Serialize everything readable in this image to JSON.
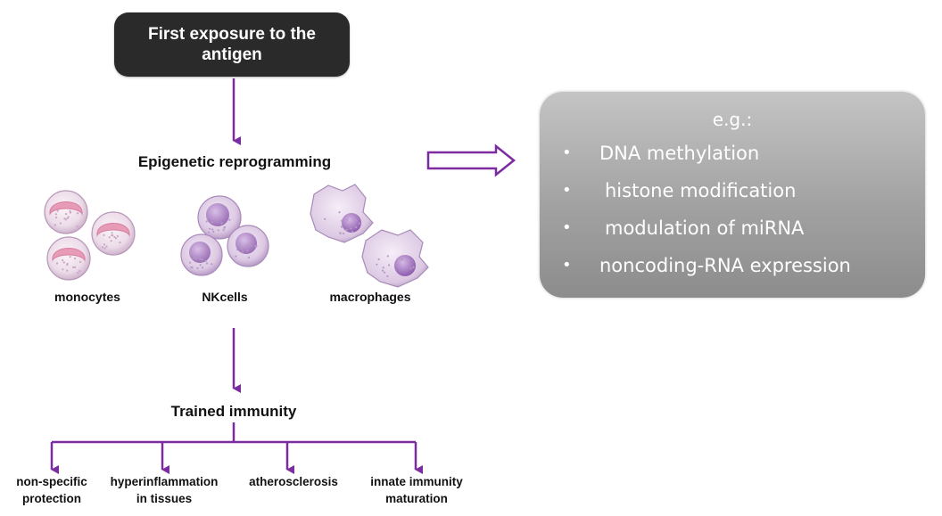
{
  "first_exposure": "First exposure to the antigen",
  "epigenetic": "Epigenetic reprogramming",
  "cells": {
    "monocytes": "monocytes",
    "nkcells": "NKcells",
    "macrophages": "macrophages"
  },
  "trained_immunity": "Trained immunity",
  "outcomes": [
    {
      "line1": "non-specific",
      "line2": "protection"
    },
    {
      "line1": "hyperinflammation",
      "line2": "in tissues"
    },
    {
      "line1": "atherosclerosis",
      "line2": ""
    },
    {
      "line1": "innate immunity",
      "line2": "maturation"
    }
  ],
  "examples": {
    "title": "e.g.:",
    "items": [
      "DNA methylation",
      "histone modification",
      "modulation of miRNA",
      "noncoding-RNA expression"
    ]
  },
  "colors": {
    "arrow": "#7a2ca0",
    "top_box": "#2a2a2a",
    "example_box": "#a8a8a8"
  }
}
